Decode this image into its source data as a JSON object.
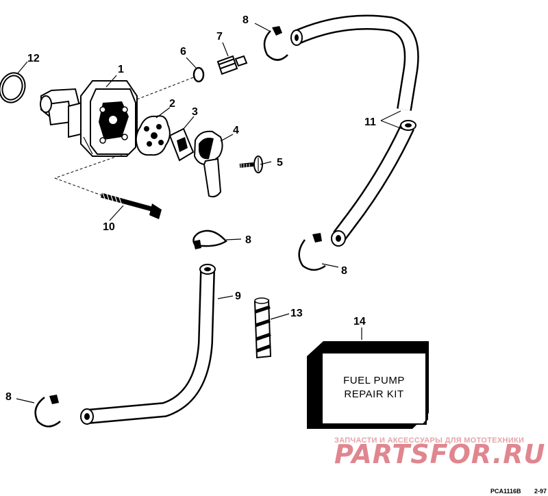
{
  "callouts": {
    "c1": "1",
    "c2": "2",
    "c3": "3",
    "c4": "4",
    "c5": "5",
    "c6": "6",
    "c7": "7",
    "c8a": "8",
    "c8b": "8",
    "c8c": "8",
    "c8d": "8",
    "c9": "9",
    "c10": "10",
    "c11": "11",
    "c12": "12",
    "c13": "13",
    "c14": "14"
  },
  "kit": {
    "line1": "FUEL PUMP",
    "line2": "REPAIR KIT"
  },
  "watermark": {
    "caption": "ЗАПЧАСТИ И АКСЕССУАРЫ ДЛЯ МОТОТЕХНИКИ",
    "logo": "PARTSFOR.RU"
  },
  "reference": {
    "code": "PCA1116B",
    "date": "2-97"
  }
}
